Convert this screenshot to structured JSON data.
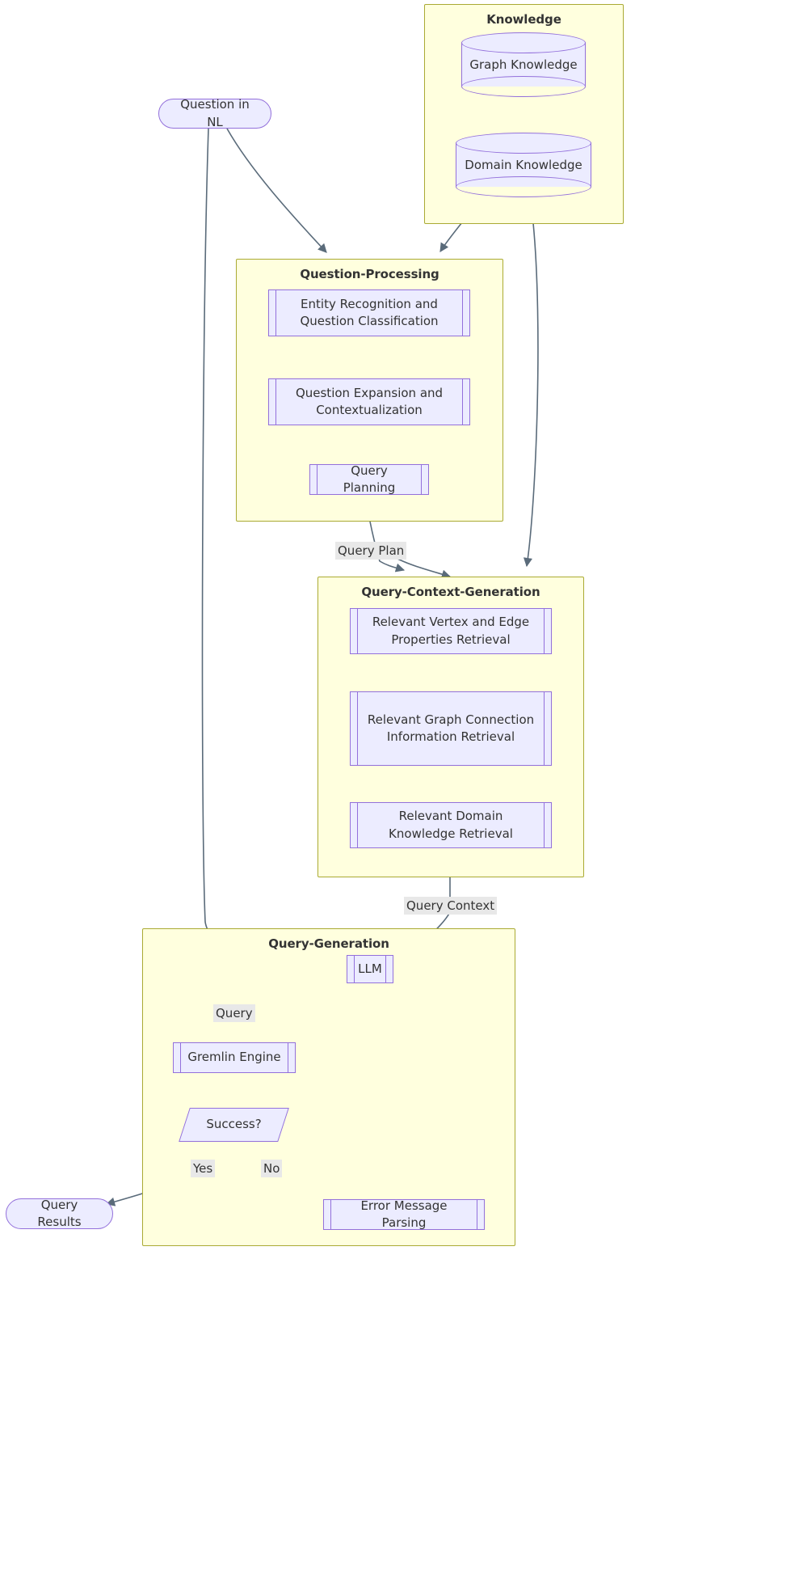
{
  "diagram": {
    "type": "flowchart",
    "direction": "top-down",
    "theme": {
      "node_fill": "#ececff",
      "node_stroke": "#9370db",
      "subgraph_fill": "#ffffde",
      "subgraph_stroke": "#aaaa33",
      "edge_stroke": "#5a6b7a",
      "text_color": "#333333",
      "edge_label_bg": "#e8e8e8"
    }
  },
  "nodes": {
    "question_in_nl": {
      "label": "Question in NL",
      "shape": "stadium"
    },
    "query_results": {
      "label": "Query Results",
      "shape": "stadium"
    },
    "graph_knowledge": {
      "label": "Graph Knowledge",
      "shape": "cylinder"
    },
    "domain_knowledge": {
      "label": "Domain Knowledge",
      "shape": "cylinder"
    },
    "entity_recognition": {
      "label": "Entity Recognition and Question Classification",
      "shape": "subroutine"
    },
    "question_expansion": {
      "label": "Question Expansion and Contextualization",
      "shape": "subroutine"
    },
    "query_planning": {
      "label": "Query Planning",
      "shape": "subroutine"
    },
    "vertex_edge_props": {
      "label": "Relevant Vertex and Edge Properties Retrieval",
      "shape": "subroutine"
    },
    "graph_connection": {
      "label": "Relevant Graph Connection Information Retrieval",
      "shape": "subroutine"
    },
    "domain_retrieval": {
      "label": "Relevant Domain Knowledge Retrieval",
      "shape": "subroutine"
    },
    "llm": {
      "label": "LLM",
      "shape": "subroutine"
    },
    "gremlin_engine": {
      "label": "Gremlin Engine",
      "shape": "subroutine"
    },
    "success": {
      "label": "Success?",
      "shape": "parallelogram"
    },
    "error_message_parsing": {
      "label": "Error Message Parsing",
      "shape": "subroutine"
    }
  },
  "subgraphs": {
    "knowledge": {
      "title": "Knowledge"
    },
    "question_processing": {
      "title": "Question-Processing"
    },
    "query_context_generation": {
      "title": "Query-Context-Generation"
    },
    "query_generation": {
      "title": "Query-Generation"
    }
  },
  "edge_labels": {
    "query_plan": "Query Plan",
    "query_context": "Query Context",
    "query": "Query",
    "yes": "Yes",
    "no": "No"
  },
  "edges": [
    {
      "from": "question_in_nl",
      "to": "question_processing",
      "label": ""
    },
    {
      "from": "question_in_nl",
      "to": "llm",
      "label": ""
    },
    {
      "from": "domain_knowledge",
      "to": "question_processing",
      "label": ""
    },
    {
      "from": "knowledge",
      "to": "query_context_generation",
      "label": ""
    },
    {
      "from": "query_planning",
      "to": "query_context_generation",
      "label": "Query Plan"
    },
    {
      "from": "query_context_generation",
      "to": "llm",
      "label": "Query Context"
    },
    {
      "from": "llm",
      "to": "gremlin_engine",
      "label": "Query"
    },
    {
      "from": "gremlin_engine",
      "to": "success",
      "label": ""
    },
    {
      "from": "success",
      "to": "query_results",
      "label": "Yes"
    },
    {
      "from": "success",
      "to": "error_message_parsing",
      "label": "No"
    },
    {
      "from": "error_message_parsing",
      "to": "llm",
      "label": ""
    }
  ]
}
